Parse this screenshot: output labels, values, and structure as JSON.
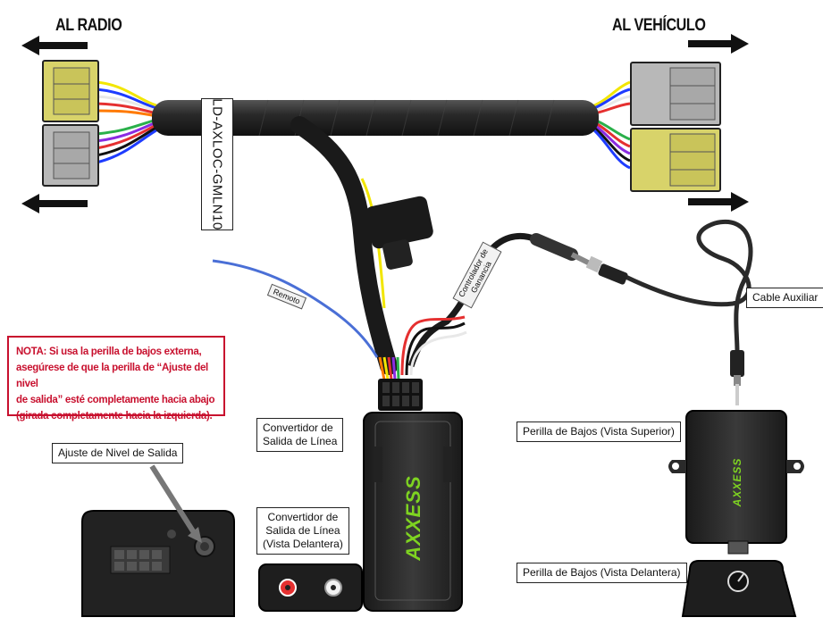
{
  "headings": {
    "to_radio": "AL RADIO",
    "to_vehicle": "AL VEHÍCULO"
  },
  "harness_label": "LD-AXLOC-GMLN10",
  "wire_tags": {
    "remote": "Remoto",
    "gain_controller": "Controlador de Ganancia"
  },
  "labels": {
    "aux_cable": "Cable Auxiliar",
    "line_output_converter_line1": "Convertidor de",
    "line_output_converter_line2": "Salida de Línea",
    "line_output_converter_front_line1": "Convertidor de",
    "line_output_converter_front_line2": "Salida de Línea",
    "line_output_converter_front_line3": "(Vista Delantera)",
    "bass_knob_top": "Perilla de Bajos (Vista Superior)",
    "bass_knob_front": "Perilla de Bajos (Vista Delantera)",
    "output_level_adjust": "Ajuste de Nivel de Salida"
  },
  "note": {
    "line1": "NOTA: Si usa la perilla de bajos externa,",
    "line2": "asegúrese de que la perilla de “Ajuste del nivel",
    "line3": "de salida” esté completamente hacia abajo",
    "line4": "(girada completamente hacia la izquierda)."
  },
  "brand": "AXXESS",
  "colors": {
    "note_border": "#c8102e",
    "connector_yellow": "#d8d36a",
    "connector_gray": "#b8b8b8",
    "brand_green": "#7ed321",
    "remote_wire": "#4a6fd6"
  }
}
